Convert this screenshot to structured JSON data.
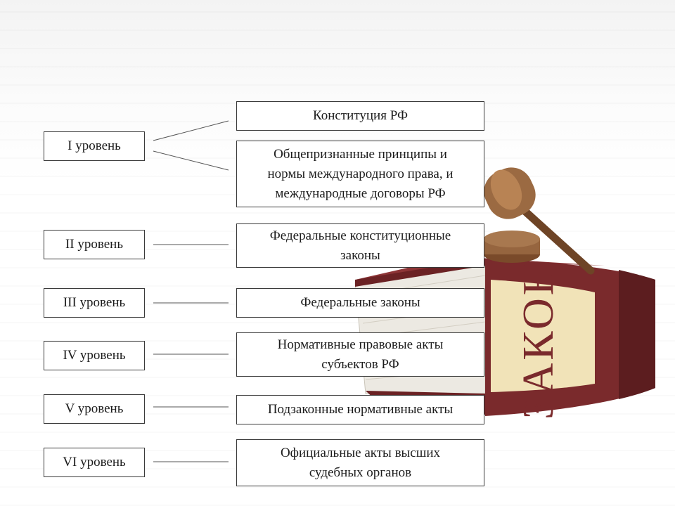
{
  "levels": [
    {
      "label": "I уровень"
    },
    {
      "label": "II уровень"
    },
    {
      "label": "III уровень"
    },
    {
      "label": "IV уровень"
    },
    {
      "label": "V уровень"
    },
    {
      "label": "VI уровень"
    }
  ],
  "documents": [
    {
      "text": "Конституция РФ"
    },
    {
      "text": "Общепризнанные принципы и\nнормы международного права, и\nмеждународные договоры РФ"
    },
    {
      "text": "Федеральные конституционные\nзаконы"
    },
    {
      "text": "Федеральные законы"
    },
    {
      "text": "Нормативные правовые акты\nсубъектов РФ"
    },
    {
      "text": "Подзаконные нормативные акты"
    },
    {
      "text": "Официальные акты высших\nсудебных органов"
    }
  ],
  "book": {
    "spine_text": "ЗАКОН",
    "colors": {
      "cover": "#7a2a2c",
      "label": "#f1e3b8",
      "pages": "#e9e6df",
      "gavel": "#8a5a36"
    }
  }
}
